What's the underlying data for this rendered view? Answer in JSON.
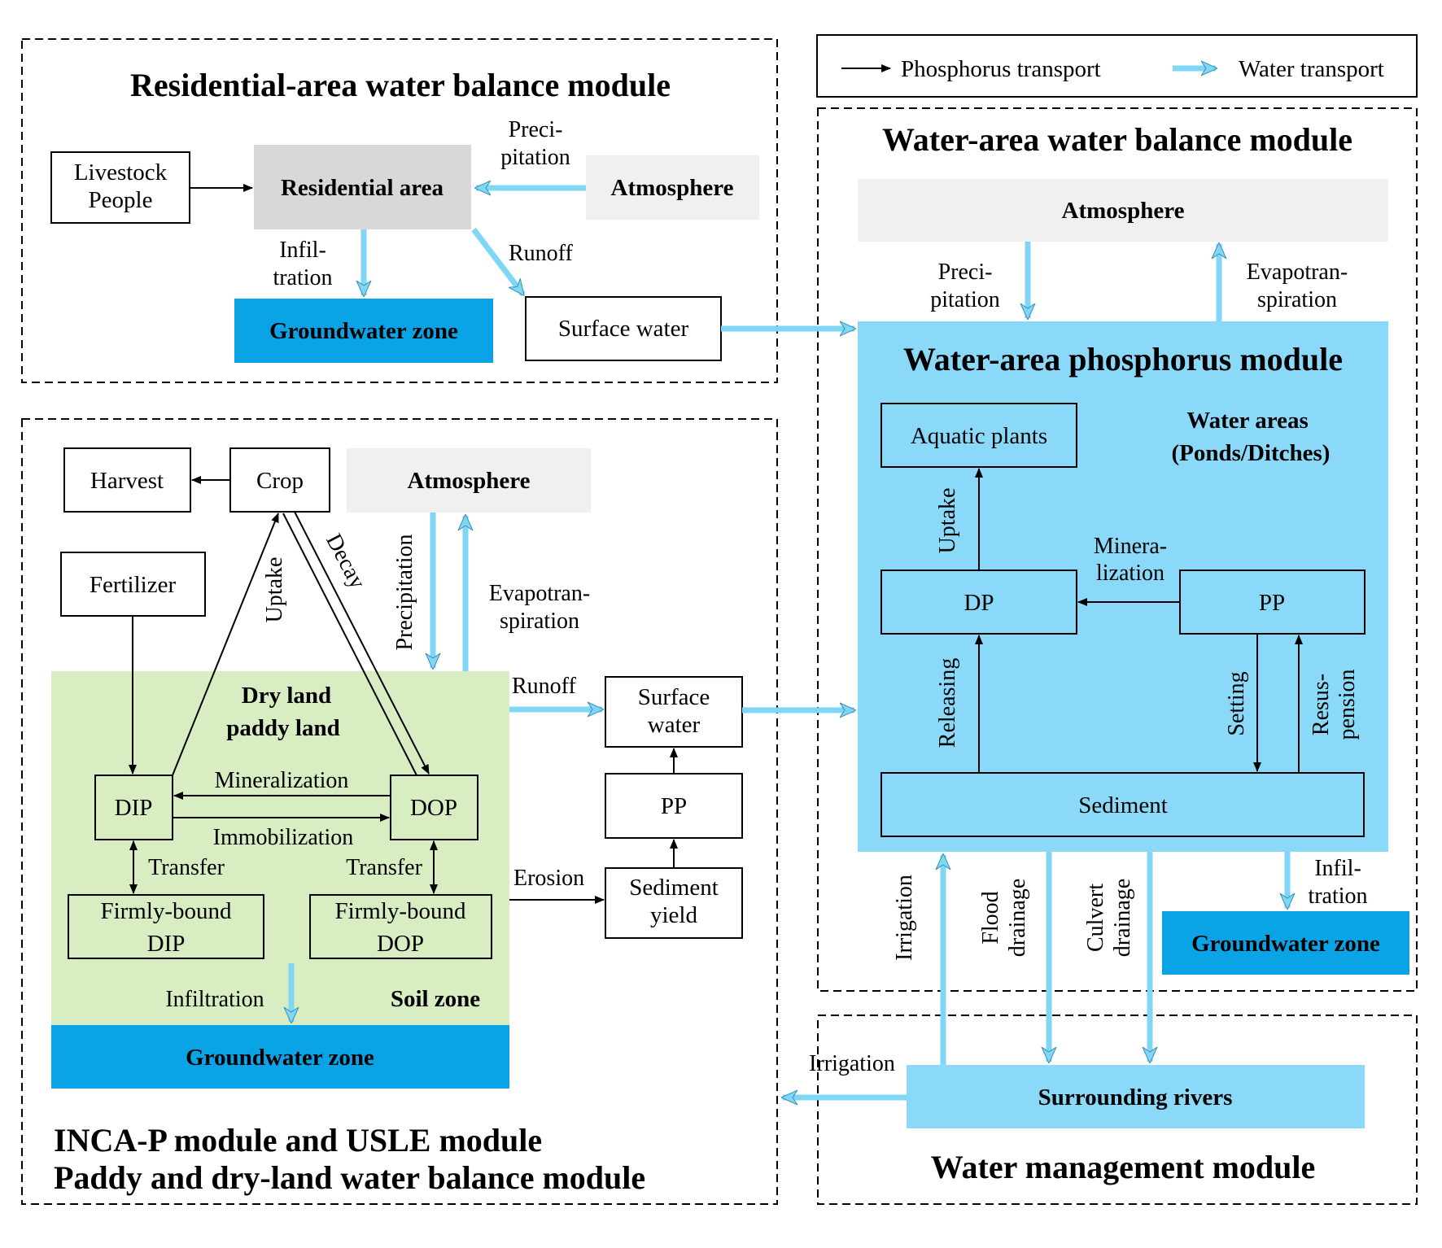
{
  "legend": {
    "phosphorus": "Phosphorus transport",
    "water": "Water transport"
  },
  "colors": {
    "water_arrow": "#7fd6f5",
    "water_area_fill": "#8ad9f8",
    "groundwater_fill": "#0aa4e6",
    "soil_zone_fill": "#d8edc2",
    "atmosphere_fill": "#f0f0f0",
    "residential_fill": "#d8d8d8",
    "rivers_fill": "#8ad9f8"
  },
  "residential": {
    "title": "Residential-area water balance module",
    "livestock": "Livestock",
    "people": "People",
    "residential_area": "Residential area",
    "atmosphere": "Atmosphere",
    "precip_1": "Preci-",
    "precip_2": "pitation",
    "infil_1": "Infil-",
    "infil_2": "tration",
    "runoff": "Runoff",
    "groundwater": "Groundwater zone",
    "surface_water": "Surface water"
  },
  "water_area": {
    "title": "Water-area water balance module",
    "atmosphere": "Atmosphere",
    "precip_1": "Preci-",
    "precip_2": "pitation",
    "evap_1": "Evapotran-",
    "evap_2": "spiration",
    "phos_title": "Water-area phosphorus module",
    "aquatic_plants": "Aquatic plants",
    "water_areas_1": "Water areas",
    "water_areas_2": "(Ponds/Ditches)",
    "uptake": "Uptake",
    "mineral_1": "Minera-",
    "mineral_2": "lization",
    "dp": "DP",
    "pp": "PP",
    "releasing": "Releasing",
    "setting": "Setting",
    "resus_1": "Resus-",
    "resus_2": "pension",
    "sediment": "Sediment",
    "infil_1": "Infil-",
    "infil_2": "tration",
    "groundwater": "Groundwater zone"
  },
  "inca": {
    "title_1": "INCA-P module and USLE module",
    "title_2": "Paddy and dry-land water balance module",
    "harvest": "Harvest",
    "crop": "Crop",
    "atmosphere": "Atmosphere",
    "fertilizer": "Fertilizer",
    "uptake": "Uptake",
    "decay": "Decay",
    "precipitation": "Precipitation",
    "evap_1": "Evapotran-",
    "evap_2": "spiration",
    "land_1": "Dry land",
    "land_2": "paddy land",
    "mineralization": "Mineralization",
    "immobilization": "Immobilization",
    "dip": "DIP",
    "dop": "DOP",
    "transfer_left": "Transfer",
    "transfer_right": "Transfer",
    "firm_dip_1": "Firmly-bound",
    "firm_dip_2": "DIP",
    "firm_dop_1": "Firmly-bound",
    "firm_dop_2": "DOP",
    "infiltration": "Infiltration",
    "soil_zone": "Soil zone",
    "groundwater": "Groundwater zone",
    "runoff": "Runoff",
    "surface_1": "Surface",
    "surface_2": "water",
    "pp": "PP",
    "erosion": "Erosion",
    "sediment_1": "Sediment",
    "sediment_2": "yield"
  },
  "management": {
    "title": "Water management module",
    "rivers": "Surrounding rivers",
    "irrigation_horizontal": "Irrigation",
    "irrigation_vertical": "Irrigation",
    "flood_1": "Flood",
    "flood_2": "drainage",
    "culvert_1": "Culvert",
    "culvert_2": "drainage"
  }
}
